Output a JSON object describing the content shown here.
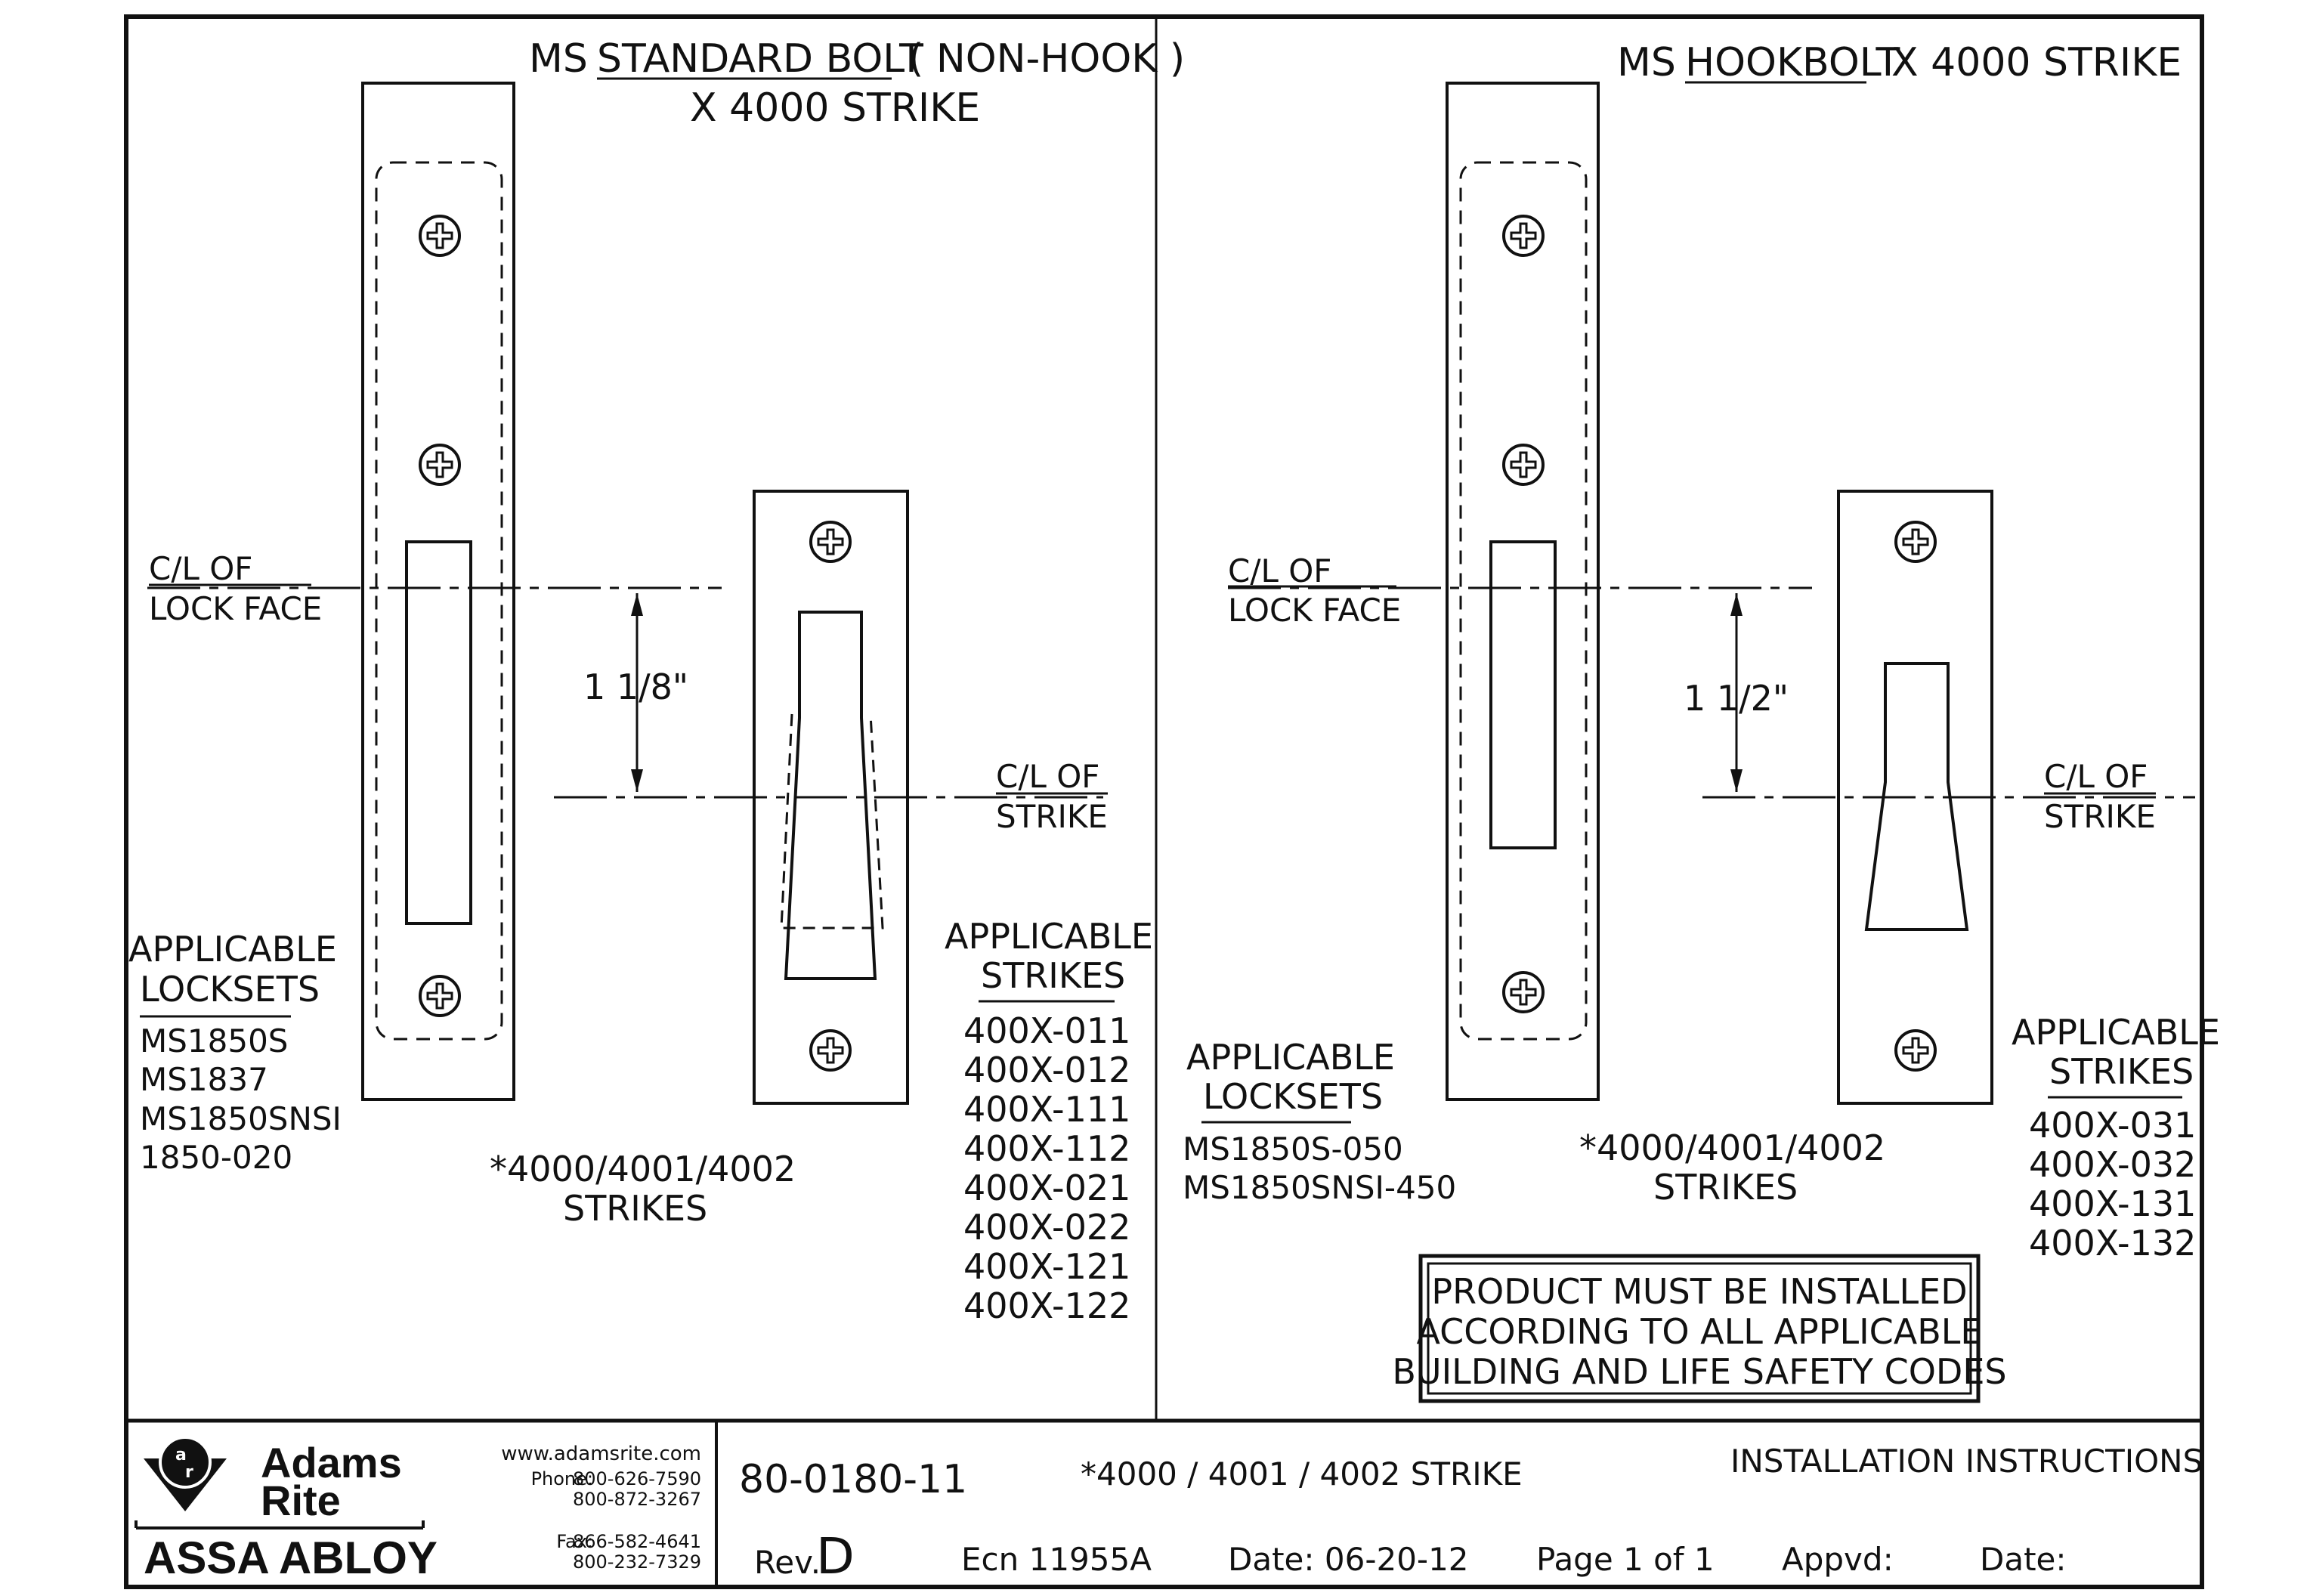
{
  "left_panel": {
    "title": {
      "prefix": "MS",
      "underlined": "STANDARD BOLT",
      "suffix": "( NON-HOOK )",
      "line2": "X 4000 STRIKE"
    },
    "cl_lock_face": {
      "line1": "C/L OF",
      "line2": "LOCK FACE"
    },
    "dimension": "1 1/8\"",
    "cl_strike": {
      "line1": "C/L OF",
      "line2": "STRIKE"
    },
    "applicable_locksets": {
      "line1": "APPLICABLE",
      "line2": "LOCKSETS",
      "items": [
        "MS1850S",
        "MS1837",
        "MS1850SNSI",
        "1850-020"
      ]
    },
    "strike_note": {
      "line1": "*4000/4001/4002",
      "line2": "STRIKES"
    },
    "applicable_strikes": {
      "line1": "APPLICABLE",
      "line2": "STRIKES",
      "items": [
        "400X-011",
        "400X-012",
        "400X-111",
        "400X-112",
        "400X-021",
        "400X-022",
        "400X-121",
        "400X-122"
      ]
    }
  },
  "right_panel": {
    "title": {
      "prefix": "MS",
      "underlined": "HOOKBOLT",
      "suffix": "X 4000 STRIKE"
    },
    "cl_lock_face": {
      "line1": "C/L OF",
      "line2": "LOCK FACE"
    },
    "dimension": "1 1/2\"",
    "cl_strike": {
      "line1": "C/L OF",
      "line2": "STRIKE"
    },
    "applicable_locksets": {
      "line1": "APPLICABLE",
      "line2": "LOCKSETS",
      "items": [
        "MS1850S-050",
        "MS1850SNSI-450"
      ]
    },
    "strike_note": {
      "line1": "*4000/4001/4002",
      "line2": "STRIKES"
    },
    "applicable_strikes": {
      "line1": "APPLICABLE",
      "line2": "STRIKES",
      "items": [
        "400X-031",
        "400X-032",
        "400X-131",
        "400X-132"
      ]
    },
    "warning": {
      "line1": "PRODUCT MUST BE INSTALLED",
      "line2": "ACCORDING TO ALL APPLICABLE",
      "line3": "BUILDING AND LIFE SAFETY CODES"
    }
  },
  "title_block": {
    "logo": {
      "brand_line1": "Adams",
      "brand_line2": "Rite",
      "parent": "ASSA ABLOY"
    },
    "contact": {
      "website": "www.adamsrite.com",
      "phone_label": "Phone:",
      "phone1": "800-626-7590",
      "phone2": "800-872-3267",
      "fax_label": "Fax:",
      "fax1": "866-582-4641",
      "fax2": "800-232-7329"
    },
    "doc_number": "80-0180-11",
    "doc_title": "*4000 / 4001 / 4002 STRIKE",
    "doc_type": "INSTALLATION INSTRUCTIONS",
    "rev_label": "Rev.",
    "rev_value": "D",
    "ecn": "Ecn 11955A",
    "date": "Date: 06-20-12",
    "page": "Page 1 of 1",
    "approved": "Appvd:",
    "date2": "Date:"
  },
  "colors": {
    "ink": "#111111",
    "paper": "#ffffff"
  }
}
